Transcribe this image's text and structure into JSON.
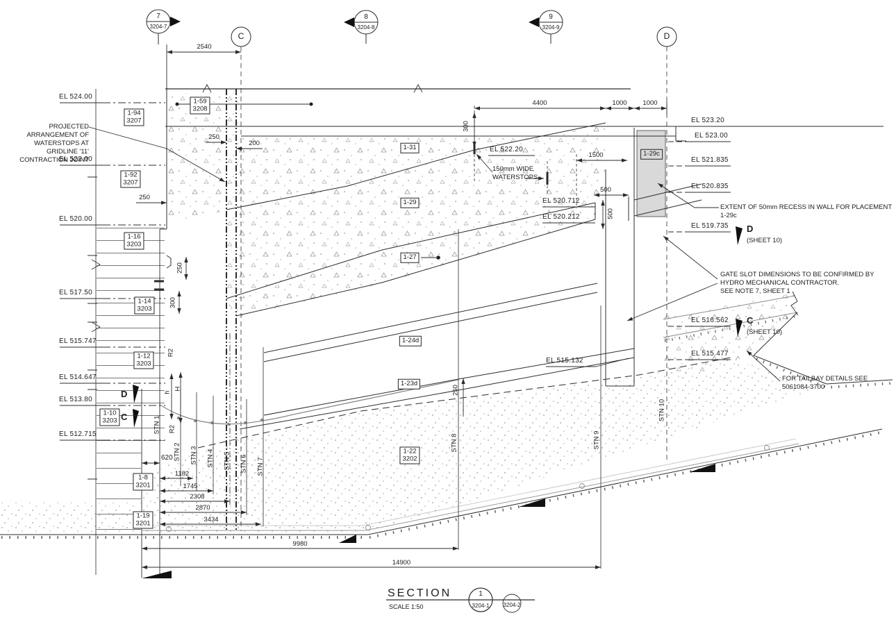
{
  "grids": {
    "n7": "7",
    "s7": "3204-7",
    "nC": "C",
    "n8": "8",
    "s8": "3204-8",
    "n9": "9",
    "s9": "3204-9",
    "nD": "D"
  },
  "elevations": {
    "left": [
      "EL 524.00",
      "EL 522.00",
      "EL 520.00",
      "EL 517.50",
      "EL 515.747",
      "EL 514.647",
      "EL 513.80",
      "EL 512.715"
    ],
    "right": [
      "EL 523.20",
      "EL 523.00",
      "EL 521.835",
      "EL 520.835",
      "EL 519.735",
      "EL 516.562",
      "EL 515.477"
    ],
    "mid": [
      "EL 522.20",
      "EL 520.712",
      "EL 520.212",
      "EL 515.132"
    ]
  },
  "tags": {
    "boxed": [
      {
        "code": "1-94",
        "sheet": "3207"
      },
      {
        "code": "1-92",
        "sheet": "3207"
      },
      {
        "code": "1-16",
        "sheet": "3203"
      },
      {
        "code": "1-14",
        "sheet": "3203"
      },
      {
        "code": "1-12",
        "sheet": "3203"
      },
      {
        "code": "1-10",
        "sheet": "3203"
      },
      {
        "code": "1-8",
        "sheet": "3201"
      },
      {
        "code": "1-19",
        "sheet": "3201"
      },
      {
        "code": "1-59",
        "sheet": "3208"
      },
      {
        "code": "1-22",
        "sheet": "3202"
      }
    ],
    "plain": [
      "1-31",
      "1-29",
      "1-27",
      "1-24d",
      "1-23d",
      "1-29c"
    ]
  },
  "dims": {
    "w2540": "2540",
    "w250_top": "250",
    "w200": "200",
    "w250_wall": "250",
    "v300_top": "300",
    "w4400": "4400",
    "w1000a": "1000",
    "w1000b": "1000",
    "w1500": "1500",
    "w500_h": "500",
    "v500": "500",
    "v250_wall": "250",
    "v300_wall": "300",
    "v250_sill": "250",
    "w620": "620",
    "w1182": "1182",
    "w1745": "1745",
    "w2308": "2308",
    "w2870": "2870",
    "w3434": "3434",
    "w9980": "9980",
    "w14900": "14900"
  },
  "stations": [
    "STN 1",
    "STN 2",
    "STN 3",
    "STN 4",
    "STN 5",
    "STN 6",
    "STN 7",
    "STN 8",
    "STN 9",
    "STN 10"
  ],
  "markers": {
    "section_d": "D",
    "section_c": "C",
    "sheet10": "(SHEET 10)",
    "dim_h": "h",
    "dim_H": "H",
    "radius": "R2"
  },
  "notes": {
    "projected": "PROJECTED ARRANGEMENT OF\nWATERSTOPS AT GRIDLINE '11'\nCONTRACTION JOINT",
    "waterstops": "150mm WIDE\nWATERSTOPS",
    "extent": "EXTENT OF 50mm RECESS IN WALL FOR PLACEMENT 1-29c",
    "gate": "GATE SLOT DIMENSIONS TO BE CONFIRMED BY\nHYDRO MECHANICAL CONTRACTOR.\nSEE NOTE 7, SHEET 1",
    "tailbay": "FOR TAILBAY DETAILS SEE 5061084-3700"
  },
  "title": {
    "label": "SECTION",
    "scale": "SCALE 1:50",
    "bubble_num": "1",
    "bubble_sheet": "3204-1",
    "bubble_sheet2": "3204-2"
  },
  "colors": {
    "line": "#2b2b2b",
    "gray_fill": "#d9d9d9",
    "gray_line": "#8a8a8a"
  }
}
